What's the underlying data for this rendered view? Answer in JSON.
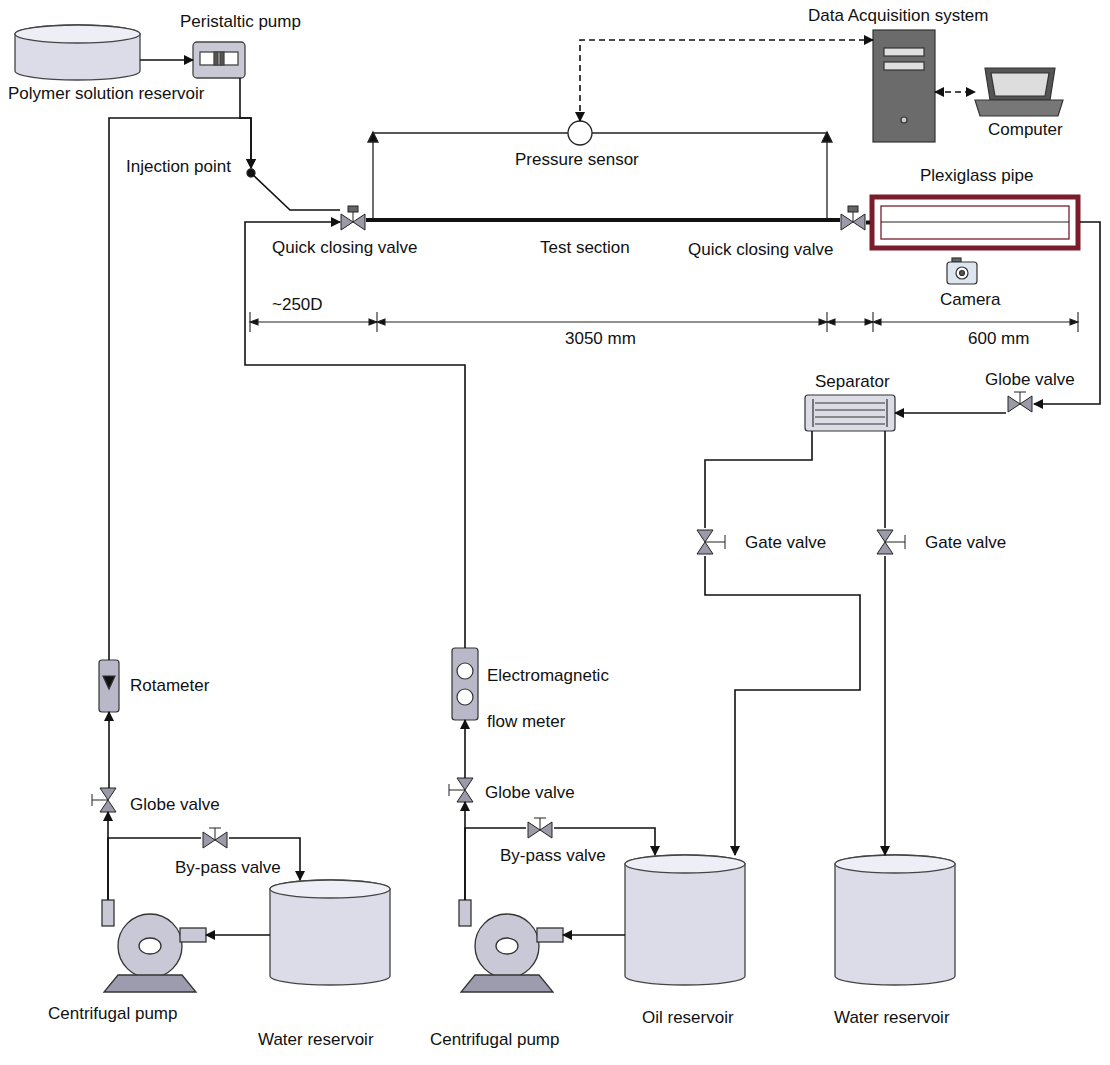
{
  "diagram": {
    "nodes": [
      {
        "text": [
          "Polymer solution reservoir"
        ]
      },
      {
        "text": [
          "Peristaltic pump"
        ]
      },
      {
        "text": [
          "Data Acquisition system"
        ]
      },
      {
        "text": [
          "Computer"
        ]
      },
      {
        "text": [
          "Injection point"
        ]
      },
      {
        "text": [
          "Pressure sensor"
        ]
      },
      {
        "text": [
          "Quick closing valve"
        ]
      },
      {
        "text": [
          "Quick closing valve"
        ]
      },
      {
        "text": [
          "Plexiglass pipe"
        ]
      },
      {
        "text": [
          "Camera"
        ]
      },
      {
        "text": [
          "Separator"
        ]
      },
      {
        "text": [
          "Globe valve"
        ]
      },
      {
        "text": [
          "Gate valve"
        ]
      },
      {
        "text": [
          "Gate valve"
        ]
      },
      {
        "text": [
          "Rotameter"
        ]
      },
      {
        "text": [
          "Electromagnetic flow meter"
        ]
      },
      {
        "text": [
          "Globe valve"
        ]
      },
      {
        "text": [
          "Globe valve"
        ]
      },
      {
        "text": [
          "By-pass valve"
        ]
      },
      {
        "text": [
          "By-pass valve"
        ]
      },
      {
        "text": [
          "Centrifugal pump"
        ]
      },
      {
        "text": [
          "Water reservoir"
        ]
      },
      {
        "text": [
          "Centrifugal pump"
        ]
      },
      {
        "text": [
          "Oil reservoir"
        ]
      },
      {
        "text": [
          "Water reservoir"
        ]
      }
    ],
    "edges": [
      {
        "from": 0,
        "to": 1,
        "arrow": "to"
      },
      {
        "from": 1,
        "to": 4,
        "arrow": "to"
      },
      {
        "from": 14,
        "to": 4,
        "arrow": "to"
      },
      {
        "from": 4,
        "to": 6,
        "arrow": "none"
      },
      {
        "from": 15,
        "to": 6,
        "arrow": "to"
      },
      {
        "from": 6,
        "to": 7,
        "arrow": "none"
      },
      {
        "from": 7,
        "to": 8,
        "arrow": "none"
      },
      {
        "from": 5,
        "to": 2,
        "arrow": "both"
      },
      {
        "from": 2,
        "to": 3,
        "arrow": "both"
      },
      {
        "from": 8,
        "to": 11,
        "arrow": "to"
      },
      {
        "from": 11,
        "to": 10,
        "arrow": "to"
      },
      {
        "from": 10,
        "to": 12,
        "arrow": "none"
      },
      {
        "from": 10,
        "to": 13,
        "arrow": "none"
      },
      {
        "from": 12,
        "to": 23,
        "arrow": "to"
      },
      {
        "from": 13,
        "to": 24,
        "arrow": "to"
      },
      {
        "from": 21,
        "to": 20,
        "arrow": "to"
      },
      {
        "from": 20,
        "to": 16,
        "arrow": "to"
      },
      {
        "from": 20,
        "to": 18,
        "arrow": "none"
      },
      {
        "from": 18,
        "to": 21,
        "arrow": "to"
      },
      {
        "from": 16,
        "to": 14,
        "arrow": "to"
      },
      {
        "from": 23,
        "to": 22,
        "arrow": "to"
      },
      {
        "from": 22,
        "to": 17,
        "arrow": "to"
      },
      {
        "from": 22,
        "to": 19,
        "arrow": "none"
      },
      {
        "from": 19,
        "to": 23,
        "arrow": "to"
      },
      {
        "from": 17,
        "to": 15,
        "arrow": "to"
      }
    ],
    "labels": [
      "Test section",
      "~250D",
      "3050 mm",
      "600 mm"
    ]
  }
}
